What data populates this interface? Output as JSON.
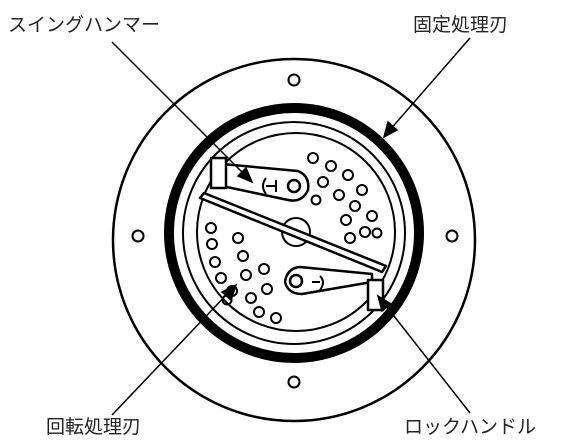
{
  "labels": {
    "swing_hammer": "スイングハンマー",
    "fixed_blade": "固定処理刃",
    "rotating_blade": "回転処理刃",
    "lock_handle": "ロックハンドル"
  },
  "colors": {
    "ink": "#000000",
    "text": "#222222",
    "background": "#ffffff"
  }
}
